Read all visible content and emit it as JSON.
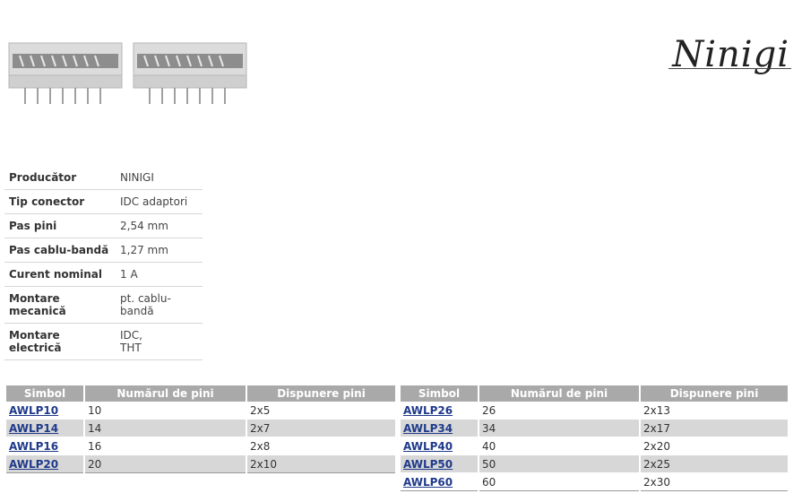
{
  "brand": "Ninigi",
  "specs": [
    {
      "label": "Producător",
      "value": "NINIGI"
    },
    {
      "label": "Tip conector",
      "value": "IDC adaptori"
    },
    {
      "label": "Pas pini",
      "value": "2,54 mm"
    },
    {
      "label": "Pas cablu-bandă",
      "value": "1,27 mm"
    },
    {
      "label": "Curent nominal",
      "value": "1 A"
    },
    {
      "label": "Montare mecanică",
      "value": "pt. cablu-bandă"
    },
    {
      "label": "Montare electrică",
      "value": "IDC,",
      "value2": "THT"
    }
  ],
  "headers": {
    "symbol": "Simbol",
    "pins": "Numărul de pini",
    "layout": "Dispunere pini"
  },
  "left_rows": [
    {
      "symbol": "AWLP10",
      "pins": "10",
      "layout": "2x5"
    },
    {
      "symbol": "AWLP14",
      "pins": "14",
      "layout": "2x7"
    },
    {
      "symbol": "AWLP16",
      "pins": "16",
      "layout": "2x8"
    },
    {
      "symbol": "AWLP20",
      "pins": "20",
      "layout": "2x10"
    }
  ],
  "right_rows": [
    {
      "symbol": "AWLP26",
      "pins": "26",
      "layout": "2x13"
    },
    {
      "symbol": "AWLP34",
      "pins": "34",
      "layout": "2x17"
    },
    {
      "symbol": "AWLP40",
      "pins": "40",
      "layout": "2x20"
    },
    {
      "symbol": "AWLP50",
      "pins": "50",
      "layout": "2x25"
    },
    {
      "symbol": "AWLP60",
      "pins": "60",
      "layout": "2x30"
    }
  ]
}
